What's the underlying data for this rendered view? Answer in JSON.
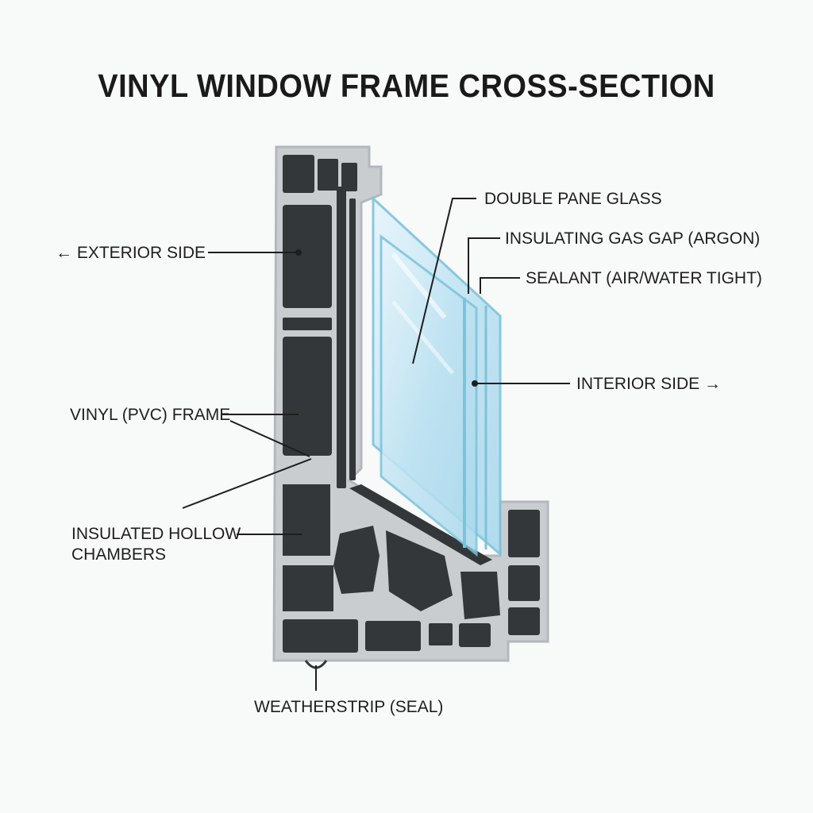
{
  "title": "VINYL WINDOW FRAME CROSS-SECTION",
  "labels": {
    "exterior_side": "← EXTERIOR SIDE",
    "interior_side": "INTERIOR SIDE →",
    "double_pane_glass": "DOUBLE PANE GLASS",
    "gas_gap": "INSULATING GAS GAP (ARGON)",
    "sealant": "SEALANT (AIR/WATER TIGHT)",
    "vinyl_frame": "VINYL (PVC) FRAME",
    "hollow_chambers_line1": "INSULATED HOLLOW",
    "hollow_chambers_line2": "CHAMBERS",
    "weatherstrip": "WEATHERSTRIP (SEAL)"
  },
  "colors": {
    "background": "#f8f9f9",
    "frame_outline": "#c9cdd0",
    "chamber_fill": "#34373a",
    "glass_edge": "#7cc3dc",
    "glass_fill": "#cbe9f5",
    "leader_line": "#1e1e1e"
  }
}
